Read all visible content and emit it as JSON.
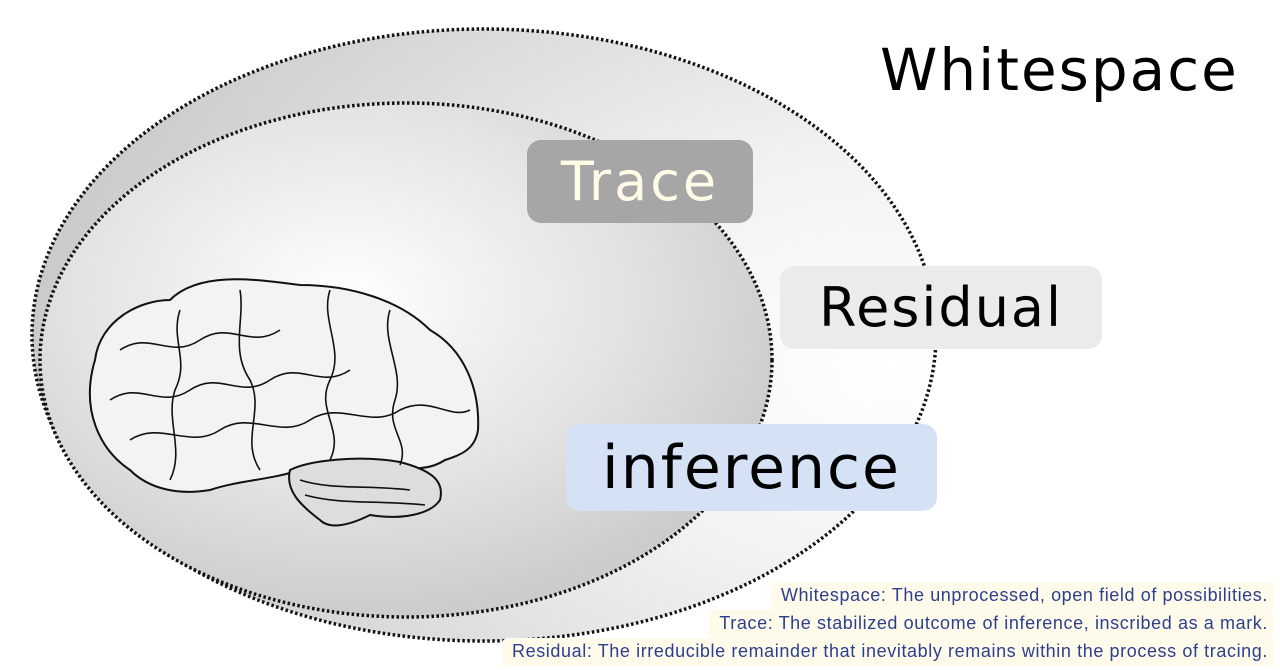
{
  "title": "Whitespace",
  "labels": {
    "trace": "Trace",
    "residual": "Residual",
    "inference": "inference"
  },
  "legend": [
    "Whitespace: The unprocessed, open field of possibilities.",
    "Trace: The stabilized outcome of inference, inscribed as a mark.",
    "Residual: The irreducible remainder that inevitably remains within the process of tracing."
  ],
  "icons": {
    "brain": "brain-illustration"
  },
  "colors": {
    "trace_bg": "#a6a6a6",
    "residual_bg": "#ebebea",
    "inference_bg": "#d5e1f5",
    "legend_text": "#2d3f8f",
    "legend_bg": "#fffbea"
  }
}
